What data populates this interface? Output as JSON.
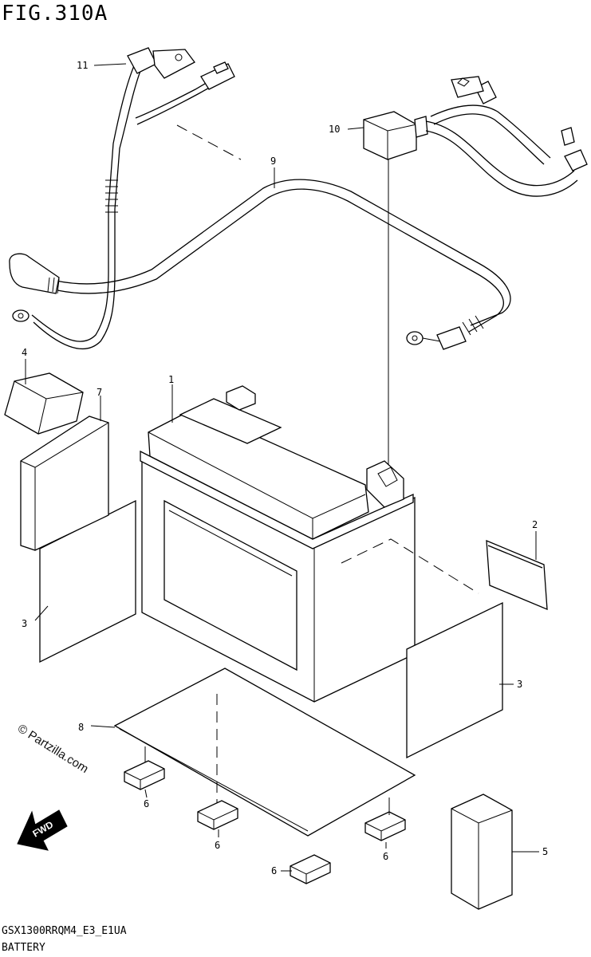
{
  "figure": {
    "title": "FIG.310A",
    "model_code": "GSX1300RRQM4_E3_E1UA",
    "section_name": "BATTERY",
    "watermark": "© Partzilla.com",
    "direction_label": "FWD"
  },
  "callouts": [
    {
      "id": "callout-1",
      "label": "1"
    },
    {
      "id": "callout-2",
      "label": "2"
    },
    {
      "id": "callout-3-left",
      "label": "3"
    },
    {
      "id": "callout-3-right",
      "label": "3"
    },
    {
      "id": "callout-4",
      "label": "4"
    },
    {
      "id": "callout-5",
      "label": "5"
    },
    {
      "id": "callout-6-a",
      "label": "6"
    },
    {
      "id": "callout-6-b",
      "label": "6"
    },
    {
      "id": "callout-6-c",
      "label": "6"
    },
    {
      "id": "callout-6-d",
      "label": "6"
    },
    {
      "id": "callout-7",
      "label": "7"
    },
    {
      "id": "callout-8",
      "label": "8"
    },
    {
      "id": "callout-9",
      "label": "9"
    },
    {
      "id": "callout-10",
      "label": "10"
    },
    {
      "id": "callout-11",
      "label": "11"
    }
  ]
}
